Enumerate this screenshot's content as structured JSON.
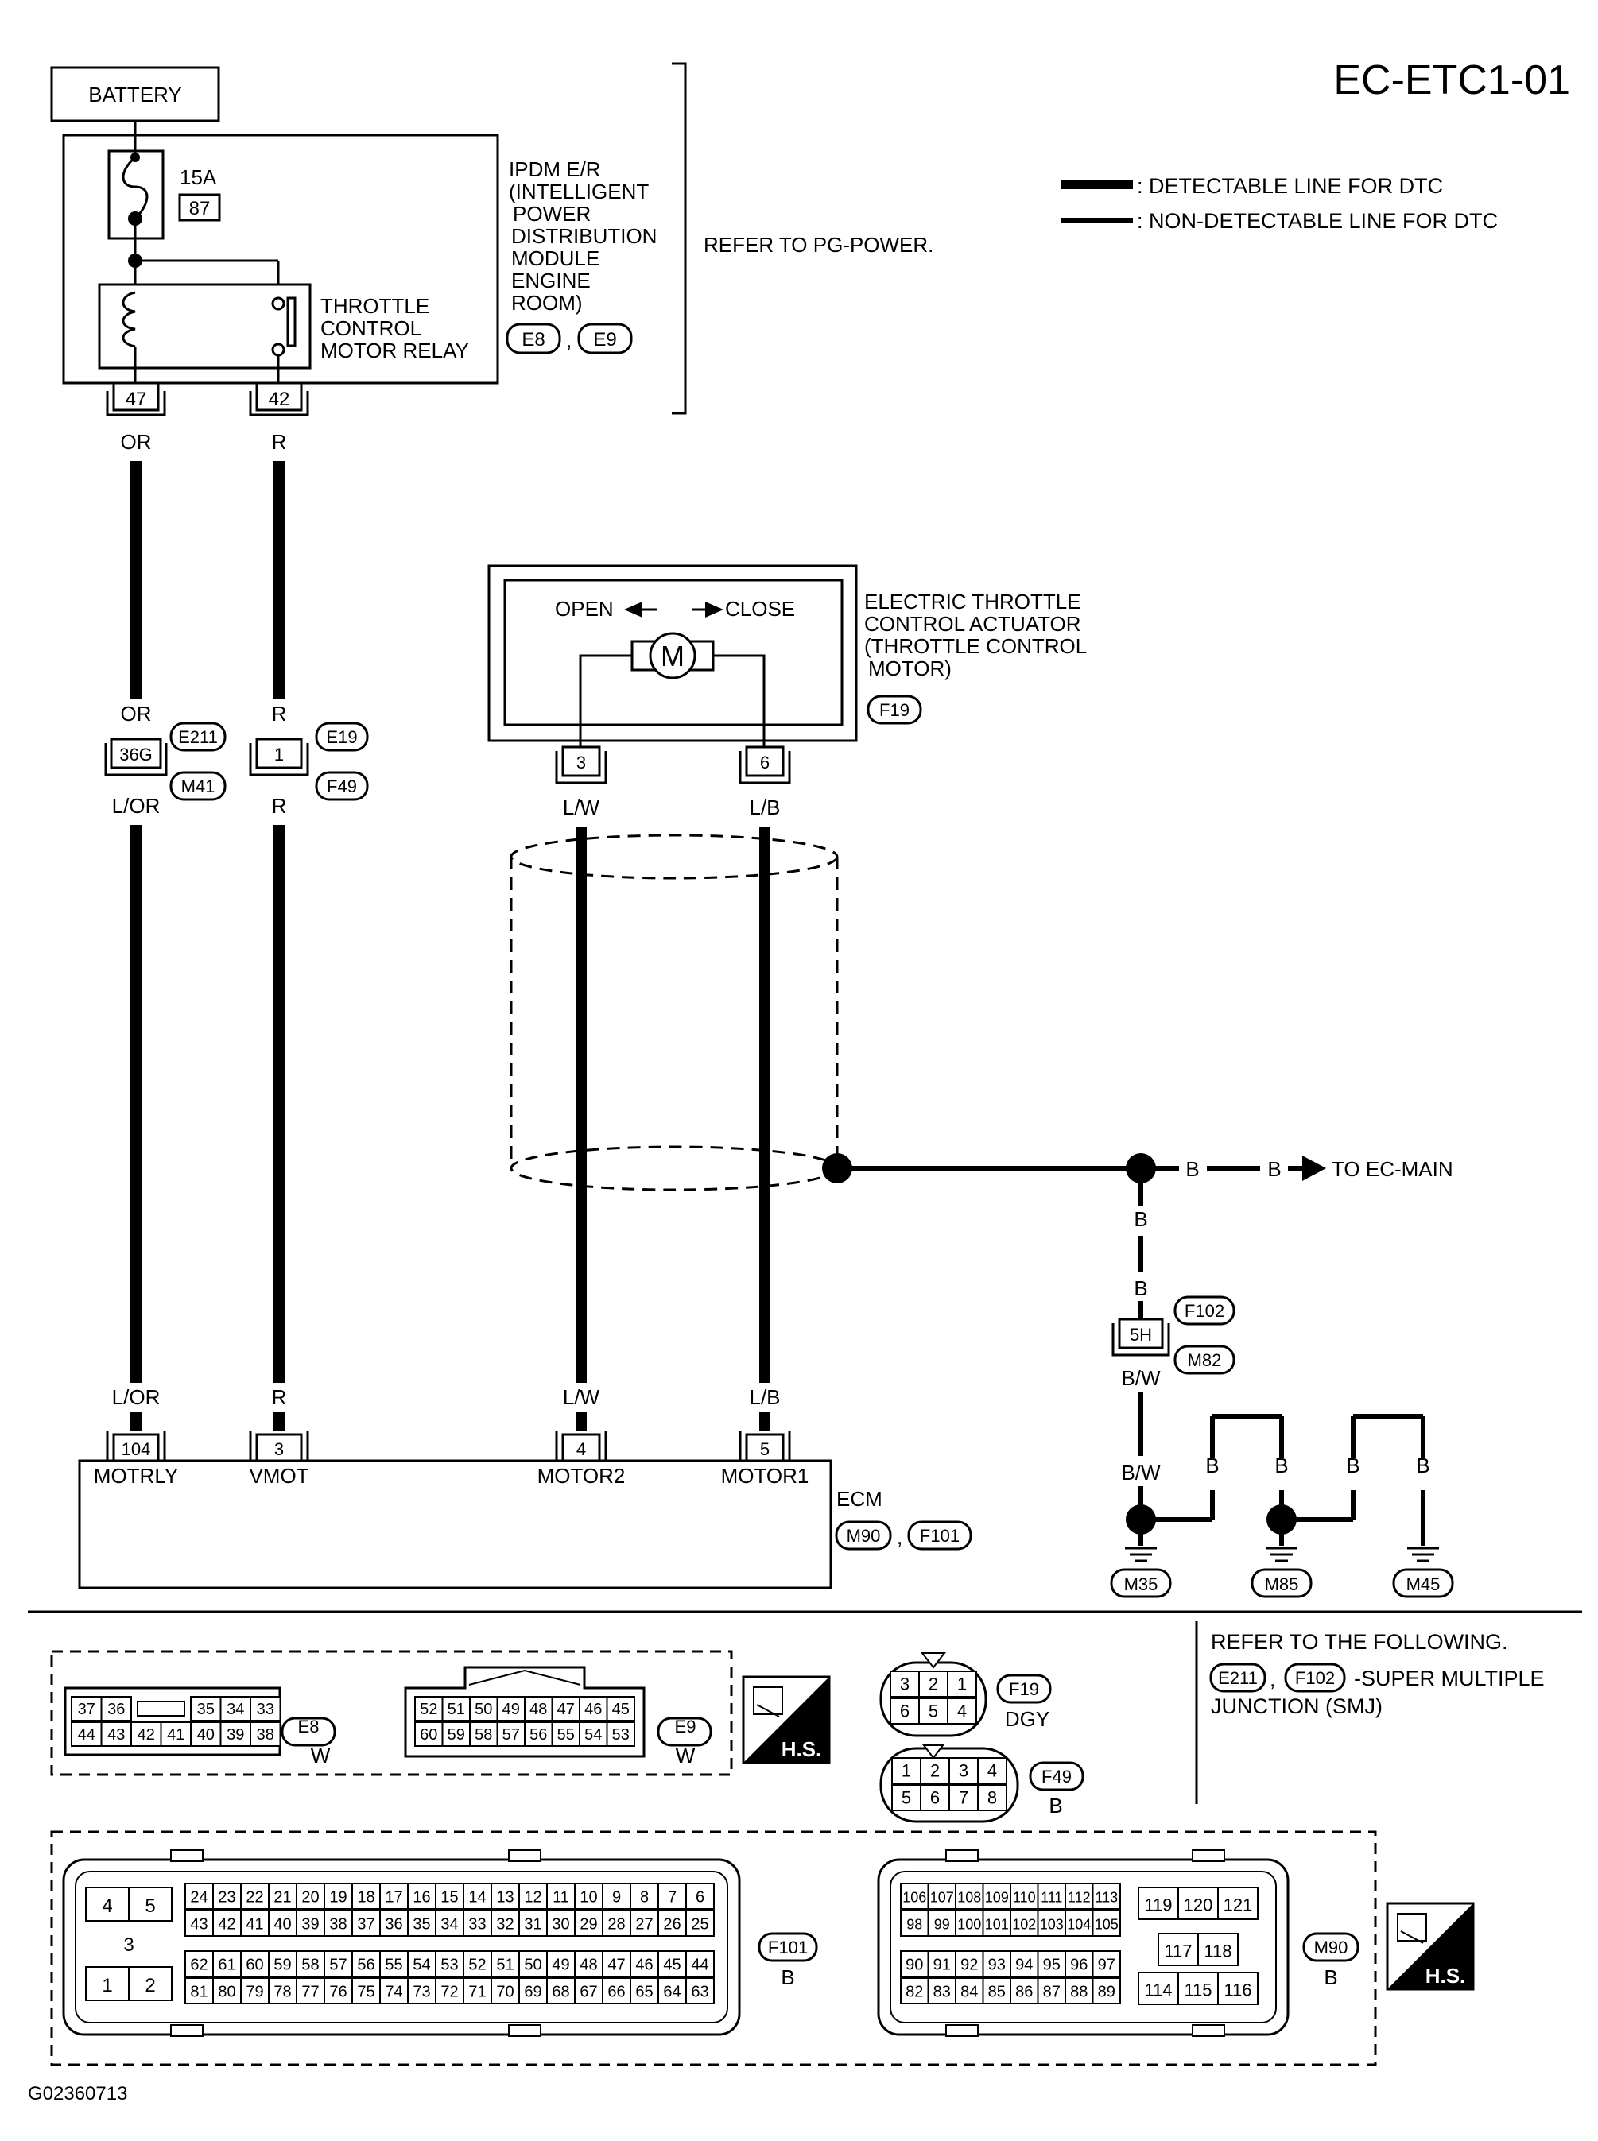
{
  "title": "EC-ETC1-01",
  "legend": {
    "detectable": ": DETECTABLE LINE FOR DTC",
    "non_detectable": ": NON-DETECTABLE LINE FOR DTC"
  },
  "battery": "BATTERY",
  "ipdm": {
    "fuse_amp": "15A",
    "fuse_no": "87",
    "relay_label": [
      "THROTTLE",
      "CONTROL",
      "MOTOR RELAY"
    ],
    "label": [
      "IPDM E/R",
      "(INTELLIGENT",
      "POWER",
      "DISTRIBUTION",
      "MODULE",
      "ENGINE",
      "ROOM)"
    ],
    "connectors": [
      "E8",
      "E9"
    ],
    "refer": "REFER TO PG-POWER.",
    "pin_left": "47",
    "pin_right": "42"
  },
  "wires": {
    "or": "OR",
    "r": "R",
    "l_or": "L/OR",
    "l_w": "L/W",
    "l_b": "L/B",
    "b": "B",
    "b_w": "B/W"
  },
  "joint_36g": {
    "pin": "36G",
    "tags": [
      "E211",
      "M41"
    ]
  },
  "joint_1": {
    "pin": "1",
    "tags": [
      "E19",
      "F49"
    ]
  },
  "actuator": {
    "open": "OPEN",
    "close": "CLOSE",
    "motor": "M",
    "label": [
      "ELECTRIC THROTTLE",
      "CONTROL ACTUATOR",
      "(THROTTLE CONTROL",
      " MOTOR)"
    ],
    "connector": "F19",
    "pin_left": "3",
    "pin_right": "6"
  },
  "to_main": "TO EC-MAIN",
  "joint_5h": {
    "pin": "5H",
    "tags": [
      "F102",
      "M82"
    ]
  },
  "grounds": [
    "M35",
    "M85",
    "M45"
  ],
  "ecm": {
    "label": "ECM",
    "connectors": [
      "M90",
      "F101"
    ],
    "pins": [
      "104",
      "3",
      "4",
      "5"
    ],
    "names": [
      "MOTRLY",
      "VMOT",
      "MOTOR2",
      "MOTOR1"
    ]
  },
  "footer": {
    "refer_title": "REFER TO THE FOLLOWING.",
    "refer_tags": [
      "E211",
      "F102"
    ],
    "refer_text": "-SUPER MULTIPLE",
    "refer_text2": "JUNCTION (SMJ)",
    "hs": "H.S.",
    "e8": {
      "tag": "E8",
      "color": "W",
      "row1": [
        "37",
        "36",
        "",
        "35",
        "34",
        "33"
      ],
      "row2": [
        "44",
        "43",
        "42",
        "41",
        "40",
        "39",
        "38"
      ]
    },
    "e9": {
      "tag": "E9",
      "color": "W",
      "row1": [
        "52",
        "51",
        "50",
        "49",
        "48",
        "47",
        "46",
        "45"
      ],
      "row2": [
        "60",
        "59",
        "58",
        "57",
        "56",
        "55",
        "54",
        "53"
      ]
    },
    "f19": {
      "tag": "F19",
      "color": "DGY",
      "row1": [
        "3",
        "2",
        "1"
      ],
      "row2": [
        "6",
        "5",
        "4"
      ]
    },
    "f49": {
      "tag": "F49",
      "color": "B",
      "row1": [
        "1",
        "2",
        "3",
        "4"
      ],
      "row2": [
        "5",
        "6",
        "7",
        "8"
      ]
    },
    "f101": {
      "tag": "F101",
      "color": "B",
      "small": [
        "4",
        "5",
        "3",
        "1",
        "2"
      ],
      "r1": [
        "24",
        "23",
        "22",
        "21",
        "20",
        "19",
        "18",
        "17",
        "16",
        "15",
        "14",
        "13",
        "12",
        "11",
        "10",
        "9",
        "8",
        "7",
        "6"
      ],
      "r2": [
        "43",
        "42",
        "41",
        "40",
        "39",
        "38",
        "37",
        "36",
        "35",
        "34",
        "33",
        "32",
        "31",
        "30",
        "29",
        "28",
        "27",
        "26",
        "25"
      ],
      "r3": [
        "62",
        "61",
        "60",
        "59",
        "58",
        "57",
        "56",
        "55",
        "54",
        "53",
        "52",
        "51",
        "50",
        "49",
        "48",
        "47",
        "46",
        "45",
        "44"
      ],
      "r4": [
        "81",
        "80",
        "79",
        "78",
        "77",
        "76",
        "75",
        "74",
        "73",
        "72",
        "71",
        "70",
        "69",
        "68",
        "67",
        "66",
        "65",
        "64",
        "63"
      ]
    },
    "m90": {
      "tag": "M90",
      "color": "B",
      "r1": [
        "106",
        "107",
        "108",
        "109",
        "110",
        "111",
        "112",
        "113"
      ],
      "r2": [
        "98",
        "99",
        "100",
        "101",
        "102",
        "103",
        "104",
        "105"
      ],
      "r3": [
        "90",
        "91",
        "92",
        "93",
        "94",
        "95",
        "96",
        "97"
      ],
      "r4": [
        "82",
        "83",
        "84",
        "85",
        "86",
        "87",
        "88",
        "89"
      ],
      "right_top": [
        "119",
        "120",
        "121"
      ],
      "right_mid": [
        "117",
        "118"
      ],
      "right_bot": [
        "114",
        "115",
        "116"
      ]
    }
  },
  "code": "G02360713"
}
